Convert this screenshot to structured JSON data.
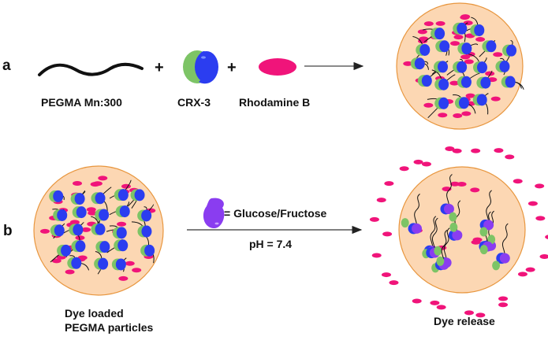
{
  "panel_a": {
    "label": "a",
    "components": [
      {
        "name": "PEGMA Mn:300",
        "shape": "wavy-polymer-chain"
      },
      {
        "name": "CRX-3",
        "shape": "green-blue-bead"
      },
      {
        "name": "Rhodamine B",
        "shape": "pink-ellipse"
      }
    ],
    "plus_sign": "+",
    "product": "dye-loaded-particle"
  },
  "panel_b": {
    "label": "b",
    "left_caption_line1": "Dye loaded",
    "left_caption_line2": "PEGMA particles",
    "arrow_top_text": "= Glucose/Fructose",
    "arrow_bottom_text": "pH = 7.4",
    "right_caption": "Dye release"
  },
  "colors": {
    "particle_fill": "#fcd7b3",
    "particle_border": "#e8963e",
    "dye": "#f0147a",
    "crx_green": "#7dc466",
    "crx_blue": "#2b3df0",
    "sugar_purple": "#8a3df0",
    "chain": "#111111"
  }
}
